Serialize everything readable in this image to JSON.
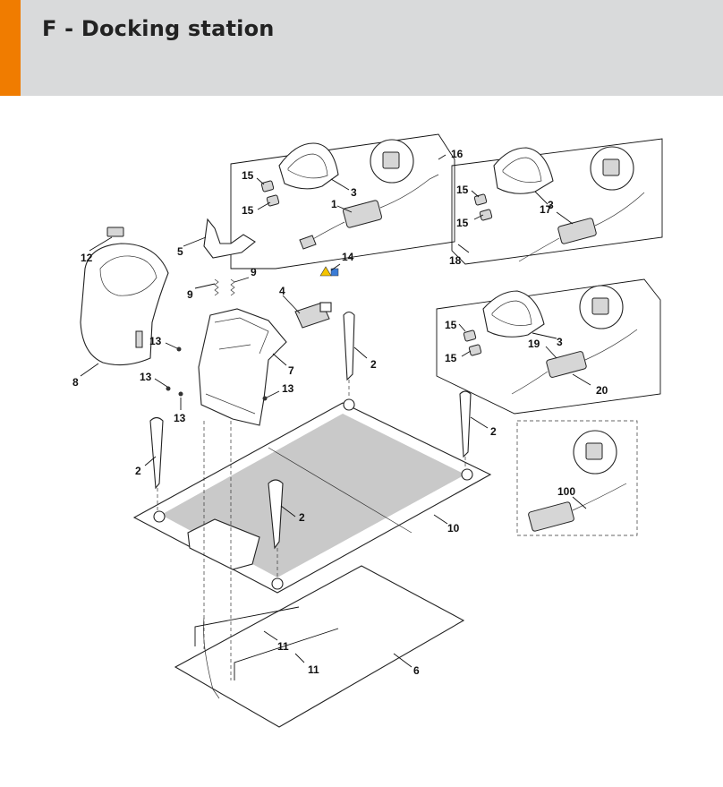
{
  "header": {
    "title": "F - Docking station",
    "accent_color": "#f07c00",
    "background_color": "#d9dadb"
  },
  "diagram": {
    "callouts": {
      "c1": "1",
      "c2a": "2",
      "c2b": "2",
      "c2c": "2",
      "c2d": "2",
      "c3a": "3",
      "c3b": "3",
      "c3c": "3",
      "c4": "4",
      "c5": "5",
      "c6": "6",
      "c7": "7",
      "c8": "8",
      "c9a": "9",
      "c9b": "9",
      "c10": "10",
      "c11a": "11",
      "c11b": "11",
      "c12": "12",
      "c13a": "13",
      "c13b": "13",
      "c13c": "13",
      "c13d": "13",
      "c14": "14",
      "c15a": "15",
      "c15b": "15",
      "c15c": "15",
      "c15d": "15",
      "c15e": "15",
      "c15f": "15",
      "c16": "16",
      "c17": "17",
      "c18": "18",
      "c19": "19",
      "c20": "20",
      "c100": "100"
    }
  }
}
